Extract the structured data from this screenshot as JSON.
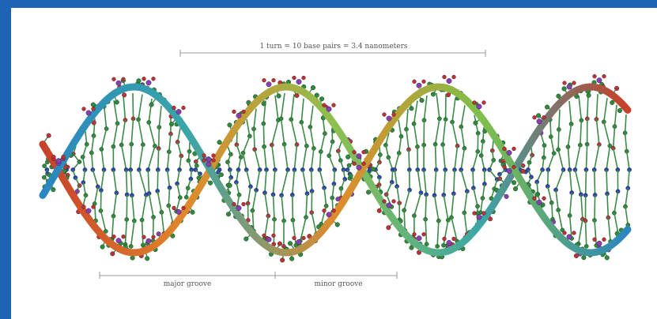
{
  "diagram": {
    "turn_label": "1 turn = 10 base pairs = 3.4 nanometers",
    "major_groove_label": "major groove",
    "minor_groove_label": "minor groove"
  },
  "colors": {
    "frame": "#1e63b4",
    "background": "#ffffff",
    "backbone_green": "#2f8a3c",
    "base_blue": "#2c3fc0",
    "oxygen_red": "#c0303a",
    "phosphorus_purple": "#8a3fb0",
    "ribbon_a_start": "#c8402a",
    "ribbon_a_end": "#2a86c0",
    "ribbon_b_start": "#e08a2c",
    "ribbon_b_end": "#7ec04a"
  }
}
